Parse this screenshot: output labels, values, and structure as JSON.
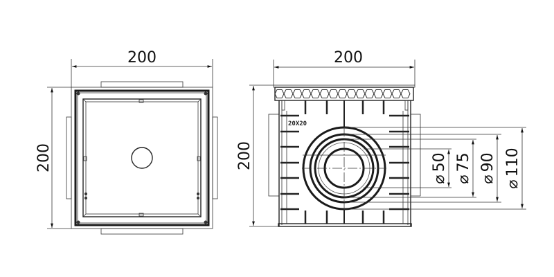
{
  "drawing": {
    "top_view": {
      "width_label": "200",
      "height_label": "200"
    },
    "side_view": {
      "width_label": "200",
      "height_label": "200",
      "grid_label": "20X20",
      "outlets": [
        {
          "symbol": "⌀",
          "value": "50"
        },
        {
          "symbol": "⌀",
          "value": "75"
        },
        {
          "symbol": "⌀",
          "value": "90"
        },
        {
          "symbol": "⌀",
          "value": "110"
        }
      ]
    },
    "colors": {
      "line": "#1a1a1a",
      "background": "#ffffff"
    }
  }
}
